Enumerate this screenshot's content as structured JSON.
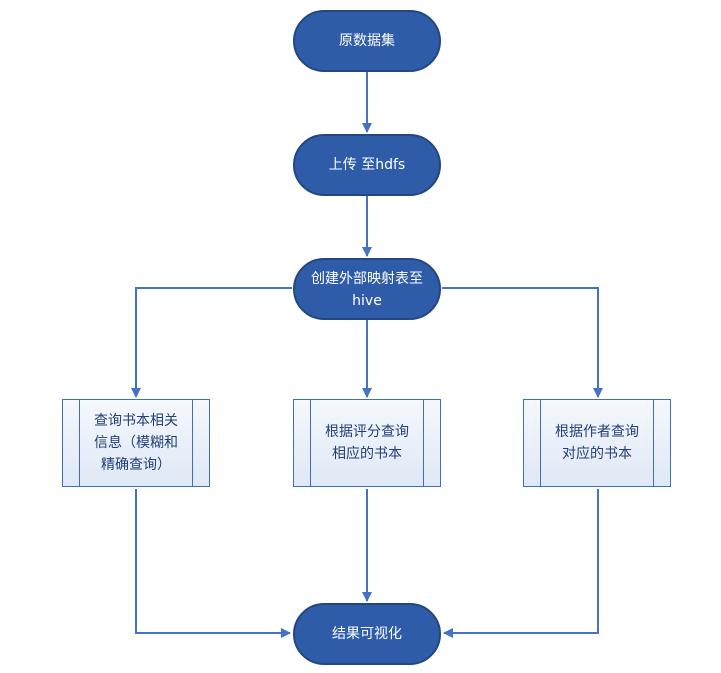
{
  "flowchart": {
    "start": "原数据集",
    "upload": "上传 至hdfs",
    "create_table": "创建外部映射表至\nhive",
    "query_book": "查询书本相关\n信息（模糊和\n精确查询）",
    "rating_query": "根据评分查询\n相应的书本",
    "author_query": "根据作者查询\n对应的书本",
    "end": "结果可视化"
  },
  "colors": {
    "terminal_fill": "#2e5ca8",
    "terminal_border": "#23477f",
    "process_border": "#3f6fb8",
    "connector": "#4472c4",
    "text_dark": "#1f3f78"
  }
}
